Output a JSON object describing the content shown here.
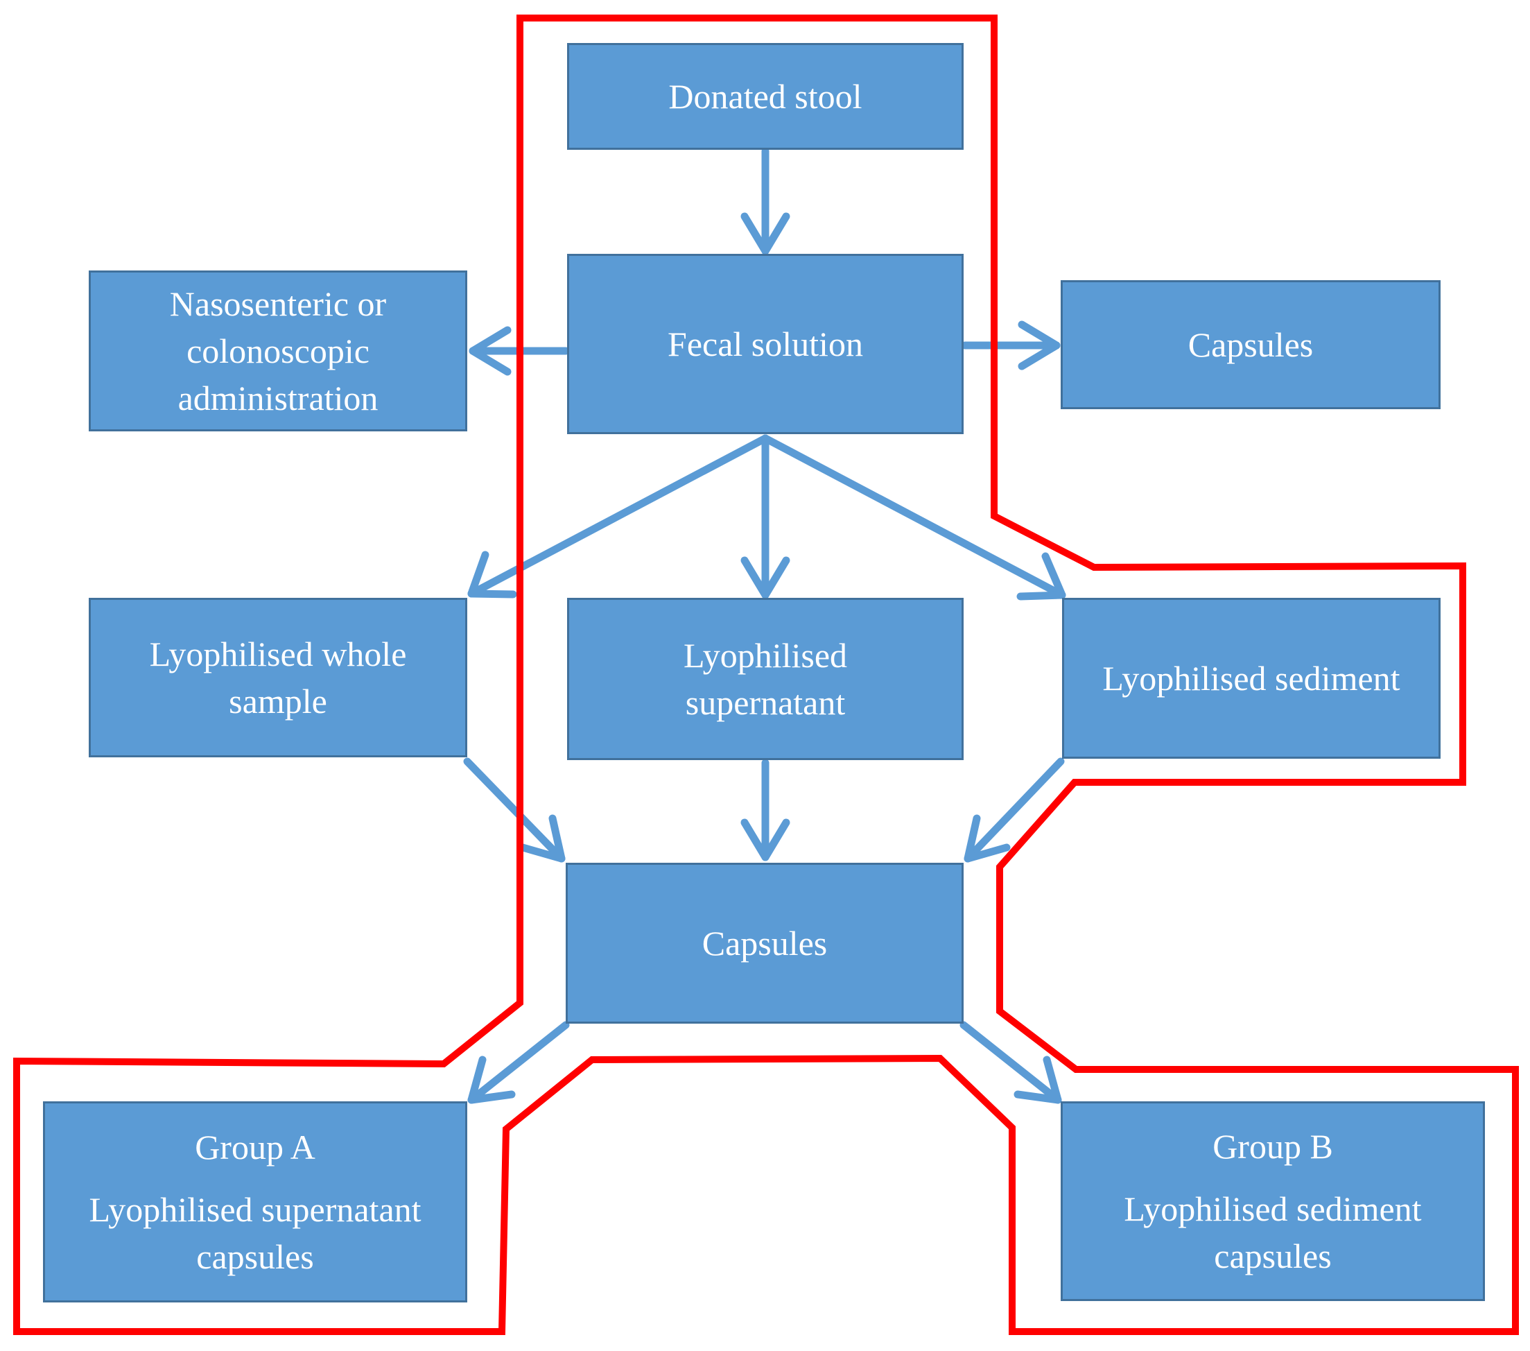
{
  "nodes": {
    "donated_stool": "Donated stool",
    "fecal_solution": "Fecal solution",
    "nasoenteric": [
      "Nasosenteric or",
      "colonoscopic",
      "administration"
    ],
    "capsules_right": "Capsules",
    "lyo_whole": [
      "Lyophilised whole",
      "sample"
    ],
    "lyo_supernatant": [
      "Lyophilised",
      "supernatant"
    ],
    "lyo_sediment": "Lyophilised sediment",
    "capsules_center": "Capsules",
    "group_a": {
      "title": "Group A",
      "lines": [
        "Lyophilised supernatant",
        "capsules"
      ]
    },
    "group_b": {
      "title": "Group B",
      "lines": [
        "Lyophilised sediment",
        "capsules"
      ]
    }
  },
  "colors": {
    "box_fill": "#5b9bd5",
    "box_border": "#41719c",
    "arrow": "#5b9bd5",
    "highlight_outline": "#ff0000",
    "text": "#ffffff"
  }
}
